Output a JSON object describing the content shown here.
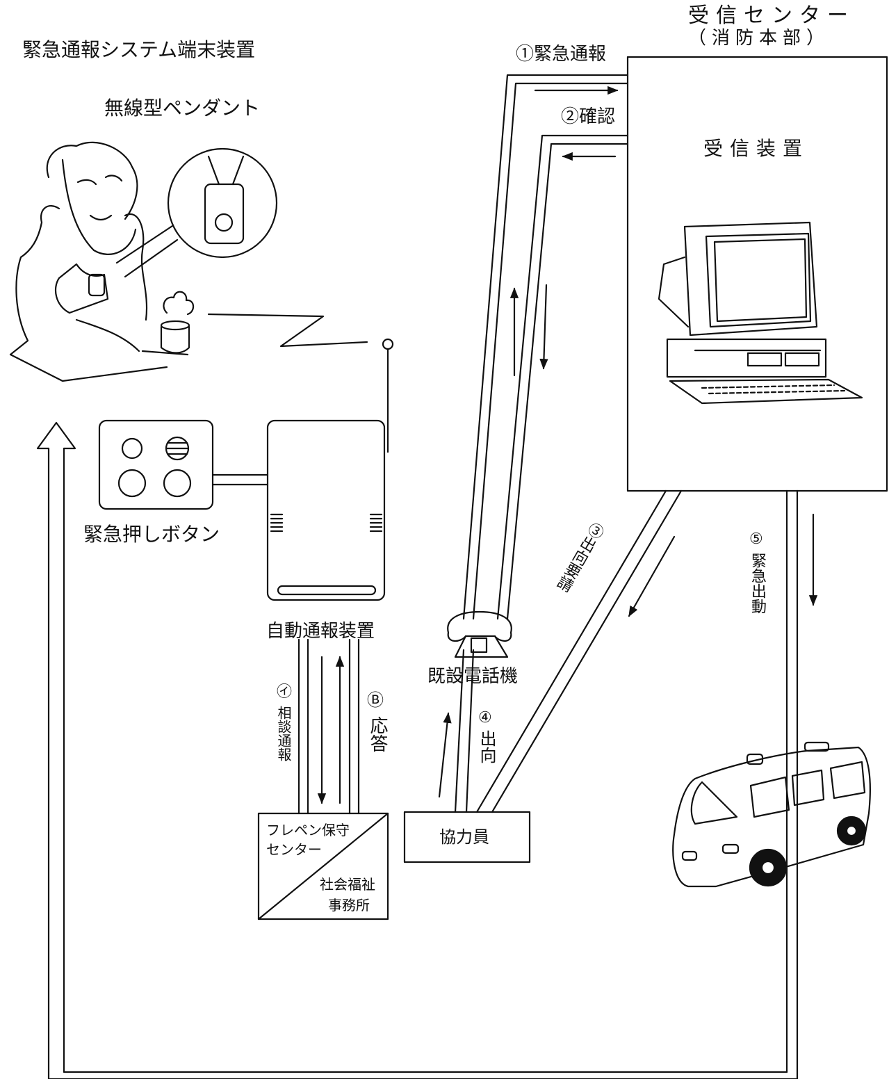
{
  "diagram": {
    "terminal_title": "緊急通報システム端末装置",
    "pendant_label": "無線型ペンダント",
    "center_title_line1": "受信センター",
    "center_title_line2": "（消防本部）",
    "receiver_label": "受信装置",
    "emergency_button_label": "緊急押しボタン",
    "auto_device_label": "自動通報装置",
    "phone_label": "既設電話機",
    "cooperator_label": "協力員",
    "maintenance_label_line1": "フレペン保守",
    "maintenance_label_line2": "センター",
    "welfare_label_line1": "社会福祉",
    "welfare_label_line2": "事務所",
    "step1": "①緊急通報",
    "step2": "②確認",
    "step3": "③出向要請",
    "step4_num": "④",
    "step4_text": "出向",
    "step5_num": "⑤",
    "step5_text": "緊急出動",
    "stepA_num": "㋑",
    "stepA_text": "相談通報",
    "stepB_num": "Ⓑ",
    "stepB_text": "応答"
  },
  "colors": {
    "line": "#111111",
    "background": "#ffffff"
  }
}
